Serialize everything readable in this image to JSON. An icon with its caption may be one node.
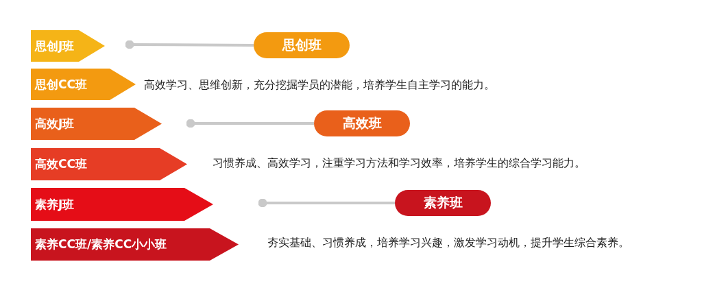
{
  "diagram": {
    "nodes": [
      {
        "text": [
          "思创J班"
        ]
      },
      {
        "text": [
          "思创班"
        ]
      },
      {
        "text": [
          "思创CC班"
        ]
      },
      {
        "text": [
          "高效J班"
        ]
      },
      {
        "text": [
          "高效班"
        ]
      },
      {
        "text": [
          "高效CC班"
        ]
      },
      {
        "text": [
          "素养J班"
        ]
      },
      {
        "text": [
          "素养班"
        ]
      },
      {
        "text": [
          "素养CC班/素养CC小小班"
        ]
      }
    ],
    "edges": [
      {
        "from": null,
        "to": 1,
        "arrow": "other"
      },
      {
        "from": null,
        "to": 4,
        "arrow": "other"
      },
      {
        "from": null,
        "to": 7,
        "arrow": "other"
      }
    ],
    "labels": [
      "高效学习、思维创新，充分挖掘学员的潜能，培养学生自主学习的能力。",
      "习惯养成、高效学习，注重学习方法和学习效率，培养学生的综合学习能力。",
      "夯实基础、习惯养成，培养学习兴趣，激发学习动机，提升学生综合素养。"
    ]
  }
}
